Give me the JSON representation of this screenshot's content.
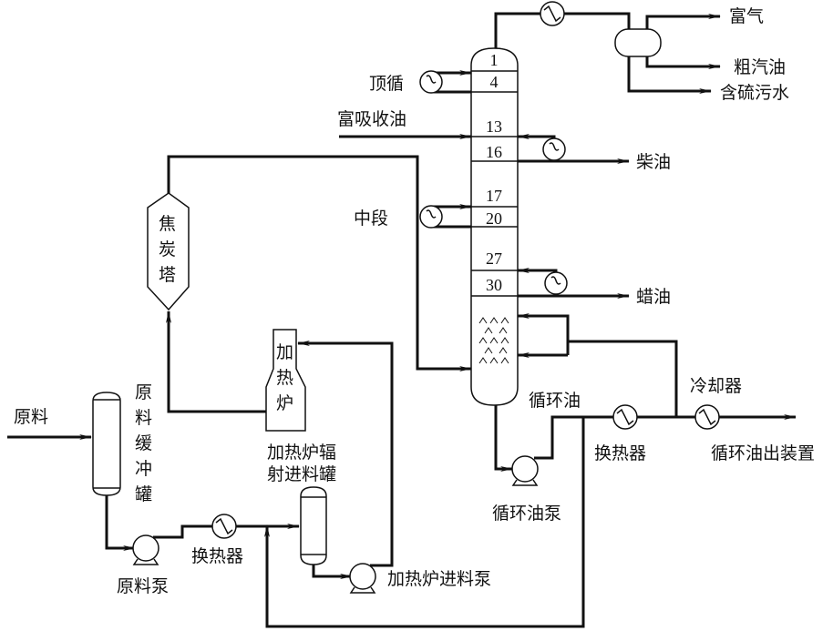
{
  "column": {
    "trays": [
      "1",
      "4",
      "13",
      "16",
      "17",
      "20",
      "27",
      "30"
    ]
  },
  "labels": {
    "rich_gas": "富气",
    "crude_gasoline": "粗汽油",
    "sour_water": "含硫污水",
    "top_circulation": "顶循",
    "rich_absorption_oil": "富吸收油",
    "diesel": "柴油",
    "middle_section": "中段",
    "wax_oil": "蜡油",
    "coke_tower": [
      "焦",
      "炭",
      "塔"
    ],
    "furnace": [
      "加",
      "热",
      "炉"
    ],
    "feed": "原料",
    "feed_buffer_tank": [
      "原",
      "料",
      "缓",
      "冲",
      "罐"
    ],
    "radiant_feed_tank": [
      "加热炉辐",
      "射进料罐"
    ],
    "recycle_oil": "循环油",
    "cooler": "冷却器",
    "heat_exchanger_right": "换热器",
    "recycle_oil_out": "循环油出装置",
    "recycle_oil_pump": "循环油泵",
    "heat_exchanger_left": "换热器",
    "feed_pump": "原料泵",
    "furnace_feed_pump": "加热炉进料泵"
  }
}
